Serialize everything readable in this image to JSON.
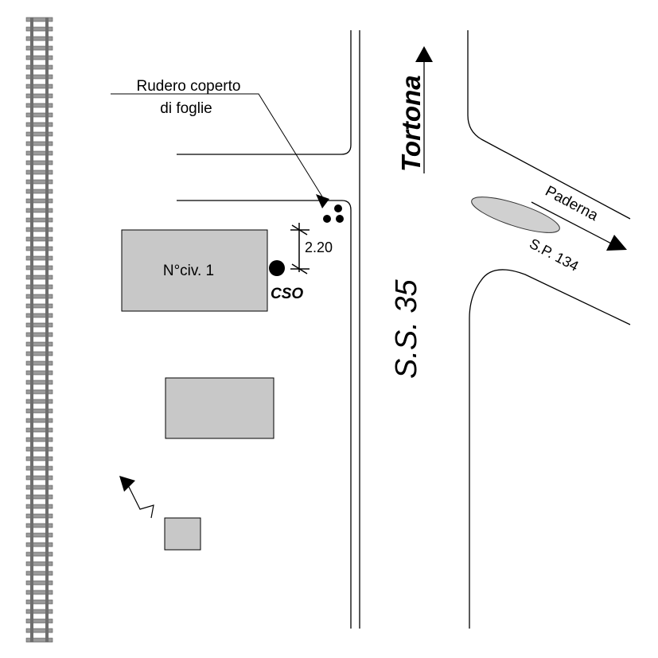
{
  "annotation": {
    "line1": "Rudero coperto",
    "line2": "di foglie"
  },
  "building_label": "N°civ. 1",
  "cso_label": "CSO",
  "distance_label": "2.20",
  "main_road": {
    "name": "S.S. 35",
    "direction": "Tortona"
  },
  "side_road": {
    "name": "S.P. 134",
    "direction": "Paderna"
  },
  "colors": {
    "building_fill": "#c8c8c8",
    "roundabout_island_fill": "#d0d0d0",
    "ink": "#000000"
  },
  "icons": [
    "railway-track-icon",
    "north-arrow-icon",
    "cso-marker-icon",
    "ruin-marker-icon"
  ]
}
